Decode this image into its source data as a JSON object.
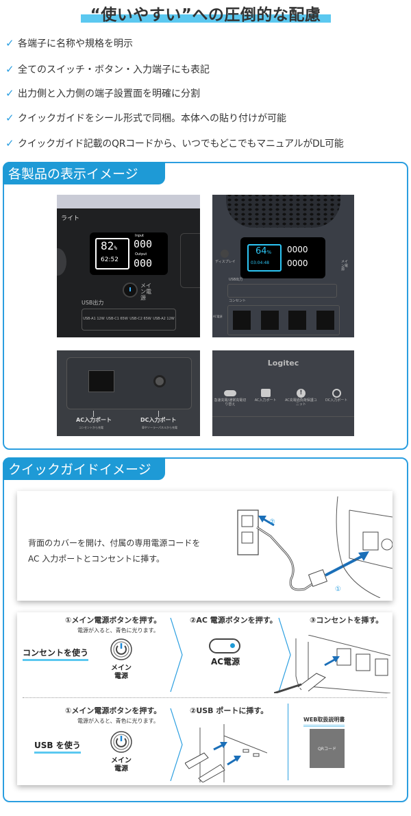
{
  "heading": {
    "title": "“使いやすい”への圧倒的な配慮"
  },
  "features": [
    "各端子に名称や規格を明示",
    "全てのスイッチ・ボタン・入力端子にも表記",
    "出力側と入力側の端子設置面を明確に分割",
    "クイックガイドをシール形式で同梱。本体への貼り付けが可能",
    "クイックガイド記載のQRコードから、いつでもどこでもマニュアルがDL可能"
  ],
  "check_icon": "check-icon",
  "colors": {
    "accent": "#1e9ad6",
    "highlight": "#5bc8f0",
    "border": "#2a9ee0"
  },
  "products": {
    "header": "各製品の表示イメージ",
    "photo1": {
      "light": "ライト",
      "battery": "82",
      "pct": "%",
      "time": "62:52",
      "input_label": "Input",
      "input": "000",
      "output_label": "Output",
      "output": "000",
      "main_power": "メイン電源",
      "usb_out": "USB出力",
      "ports": [
        "USB-A1 12W",
        "USB-C1 65W",
        "USB-C2 65W",
        "USB-A2 12W"
      ]
    },
    "photo2": {
      "battery": "64",
      "pct": "%",
      "time": "03:04:48",
      "input": "0000",
      "output": "0000",
      "display": "ディスプレイ",
      "main_power": "メイン電源",
      "usb_out": "USB出力",
      "outlet": "コンセント",
      "ac_power": "AC電源"
    },
    "photo3": {
      "ac_port": "AC入力ポート",
      "ac_sub": "コンセントから充電",
      "dc_port": "DC入力ポート",
      "dc_sub": "車やソーラーパネルから充電"
    },
    "photo4": {
      "brand": "Logitec",
      "items": [
        "急速充電/通常充電切り替え",
        "AC入力ポート",
        "AC充電過負荷保護ユニット",
        "DC入力ポート"
      ]
    }
  },
  "guide": {
    "header": "クイックガイドイメージ",
    "panel1": {
      "line1": "背面のカバーを開け、付属の専用電源コードを",
      "line2": "AC 入力ポートとコンセントに挿す。",
      "mark1": "①",
      "mark2": "②"
    },
    "outlet_row": {
      "label": "コンセントを使う",
      "step1_title": "①メイン電源ボタンを押す。",
      "step1_sub": "電源が入ると、青色に光ります。",
      "power_label_1": "メイン",
      "power_label_2": "電源",
      "step2_title": "②AC 電源ボタンを押す。",
      "ac_button_label": "AC電源",
      "step3_title": "③コンセントを挿す。"
    },
    "usb_row": {
      "label": "USB を使う",
      "step1_title": "①メイン電源ボタンを押す。",
      "step1_sub": "電源が入ると、青色に光ります。",
      "power_label_1": "メイン",
      "power_label_2": "電源",
      "step2_title": "②USB ポートに挿す。"
    },
    "manual": {
      "title": "WEB取扱説明書",
      "qr": "QRコード"
    }
  }
}
